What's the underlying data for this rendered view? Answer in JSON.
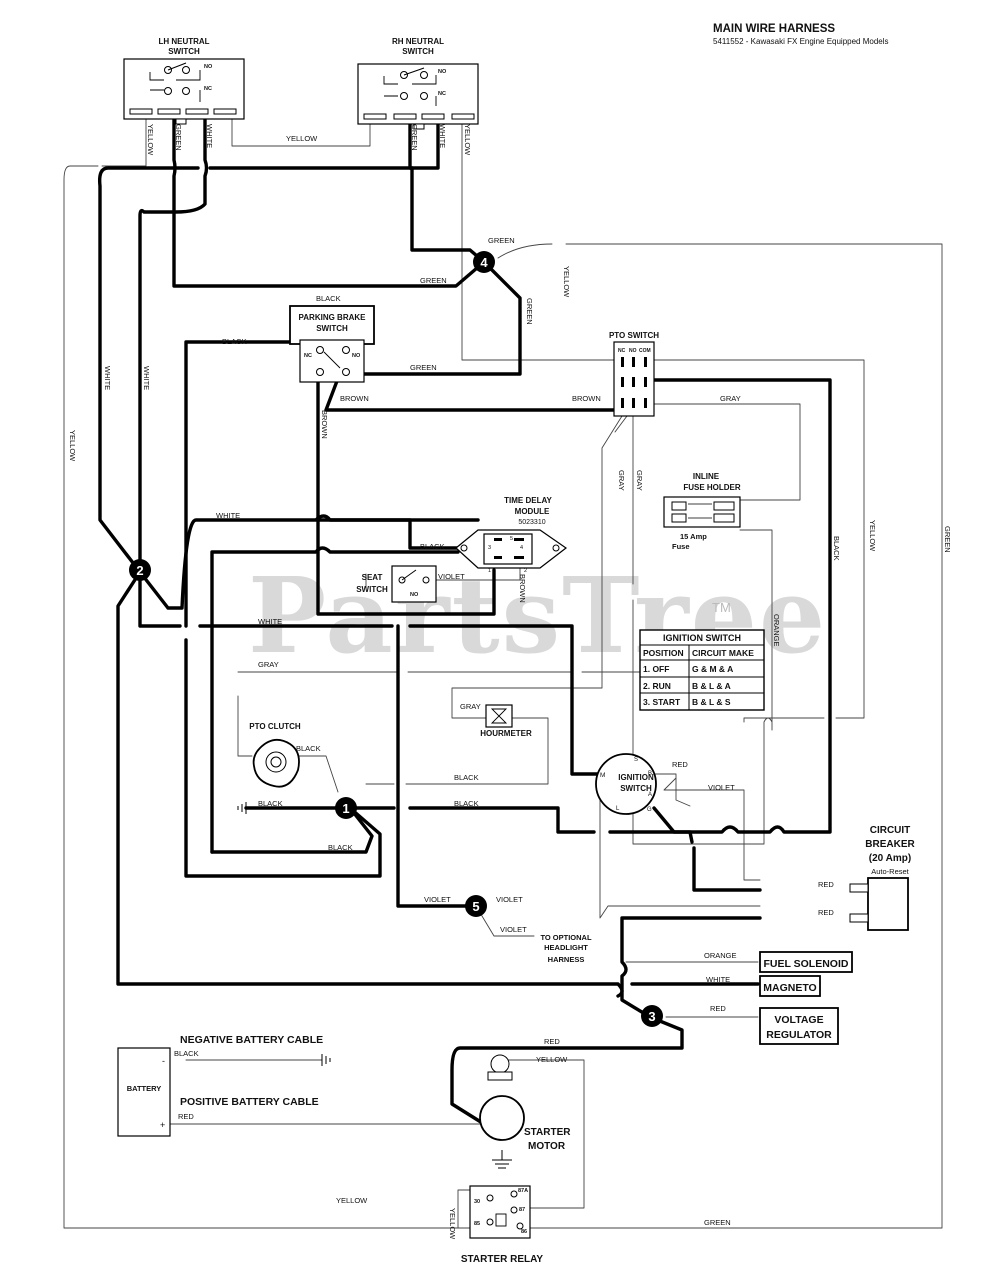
{
  "title": "MAIN WIRE HARNESS",
  "subtitle": "5411552 - Kawasaki FX Engine Equipped Models",
  "watermark": "PartsTree",
  "watermark_tm": "TM",
  "components": {
    "lh_neutral_l1": "LH NEUTRAL",
    "lh_neutral_l2": "SWITCH",
    "rh_neutral_l1": "RH NEUTRAL",
    "rh_neutral_l2": "SWITCH",
    "parking_brake_l1": "PARKING BRAKE",
    "parking_brake_l2": "SWITCH",
    "pto_switch": "PTO SWITCH",
    "time_delay_l1": "TIME DELAY",
    "time_delay_l2": "MODULE",
    "time_delay_part": "5023310",
    "seat_l1": "SEAT",
    "seat_l2": "SWITCH",
    "inline_fuse_l1": "INLINE",
    "inline_fuse_l2": "FUSE HOLDER",
    "fuse_l1": "15 Amp",
    "fuse_l2": "Fuse",
    "pto_clutch": "PTO CLUTCH",
    "hourmeter": "HOURMETER",
    "ignition_l1": "IGNITION",
    "ignition_l2": "SWITCH",
    "breaker_l1": "CIRCUIT",
    "breaker_l2": "BREAKER",
    "breaker_l3": "(20 Amp)",
    "breaker_l4": "Auto-Reset",
    "fuel_solenoid": "FUEL SOLENOID",
    "magneto": "MAGNETO",
    "regulator_l1": "VOLTAGE",
    "regulator_l2": "REGULATOR",
    "neg_cable": "NEGATIVE BATTERY CABLE",
    "pos_cable": "POSITIVE BATTERY CABLE",
    "battery": "BATTERY",
    "starter_l1": "STARTER",
    "starter_l2": "MOTOR",
    "starter_relay": "STARTER RELAY",
    "headlight_l1": "TO OPTIONAL",
    "headlight_l2": "HEADLIGHT",
    "headlight_l3": "HARNESS"
  },
  "pin_labels": {
    "no": "NO",
    "nc": "NC",
    "com": "COM",
    "s": "S",
    "b": "B",
    "m": "M",
    "a": "A",
    "l": "L",
    "g": "G",
    "minus": "-",
    "plus": "+",
    "p1": "1",
    "p2": "2",
    "p3": "3",
    "p4": "4",
    "p5": "5",
    "r30": "30",
    "r87a": "87A",
    "r87": "87",
    "r85": "85",
    "r86": "86"
  },
  "nodes": [
    "1",
    "2",
    "3",
    "4",
    "5"
  ],
  "ignition_table": {
    "title": "IGNITION SWITCH",
    "headers": [
      "POSITION",
      "CIRCUIT MAKE"
    ],
    "rows": [
      [
        "1. OFF",
        "G & M & A"
      ],
      [
        "2. RUN",
        "B & L & A"
      ],
      [
        "3. START",
        "B & L & S"
      ]
    ]
  },
  "wire_labels": {
    "yellow": "YELLOW",
    "green": "GREEN",
    "white": "WHITE",
    "black": "BLACK",
    "brown": "BROWN",
    "gray": "GRAY",
    "violet": "VIOLET",
    "orange": "ORANGE",
    "red": "RED"
  }
}
